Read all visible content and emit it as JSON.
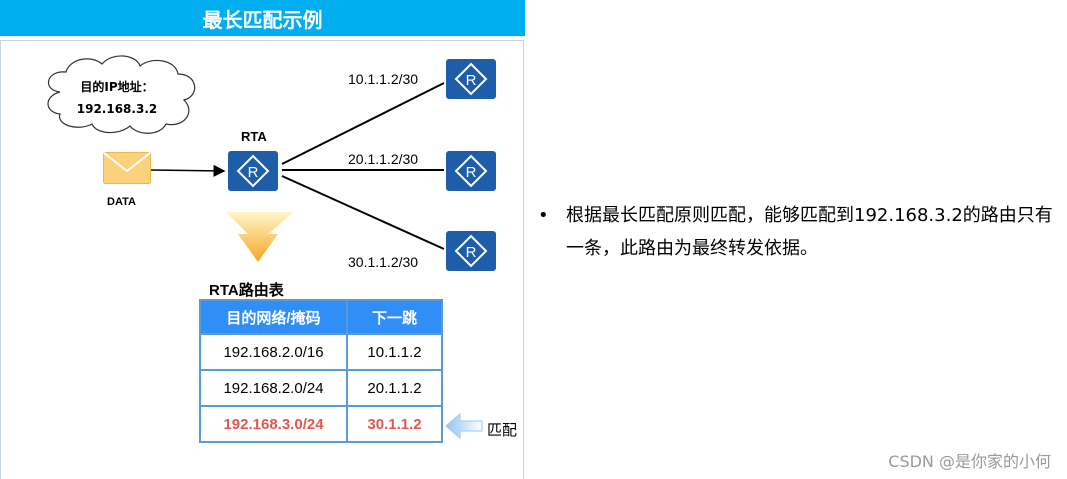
{
  "title": "最长匹配示例",
  "cloud": {
    "line1": "目的IP地址：",
    "line2": "192.168.3.2"
  },
  "data_label": "DATA",
  "rta_label": "RTA",
  "routes": [
    {
      "label": "10.1.1.2/30"
    },
    {
      "label": "20.1.1.2/30"
    },
    {
      "label": "30.1.1.2/30"
    }
  ],
  "table": {
    "caption": "RTA路由表",
    "headers": [
      "目的网络/掩码",
      "下一跳"
    ],
    "rows": [
      {
        "dest": "192.168.2.0/16",
        "next": "10.1.1.2"
      },
      {
        "dest": "192.168.2.0/24",
        "next": "20.1.1.2"
      },
      {
        "dest": "192.168.3.0/24",
        "next": "30.1.1.2"
      }
    ]
  },
  "match_label": "匹配",
  "bullet": {
    "symbol": "•",
    "text": "根据最长匹配原则匹配，能够匹配到192.168.3.2的路由只有一条，此路由为最终转发依据。"
  },
  "watermark": "CSDN @是你家的小何",
  "colors": {
    "title_bg": "#00aeef",
    "router": "#1e5ea8",
    "table_header": "#2f8ef7",
    "match": "#e0584f"
  }
}
